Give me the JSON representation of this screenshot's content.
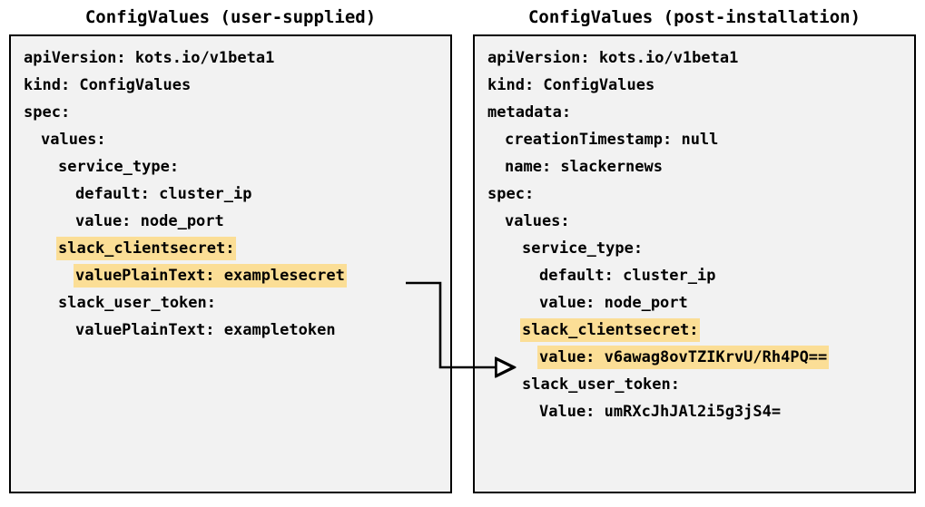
{
  "panels": {
    "left": {
      "title": "ConfigValues (user-supplied)",
      "lines": [
        {
          "text": "apiVersion: kots.io/v1beta1",
          "indent": 0,
          "highlight": false
        },
        {
          "text": "kind: ConfigValues",
          "indent": 0,
          "highlight": false
        },
        {
          "text": "spec:",
          "indent": 0,
          "highlight": false
        },
        {
          "text": "values:",
          "indent": 1,
          "highlight": false
        },
        {
          "text": "service_type:",
          "indent": 2,
          "highlight": false
        },
        {
          "text": "default: cluster_ip",
          "indent": 3,
          "highlight": false
        },
        {
          "text": "value: node_port",
          "indent": 3,
          "highlight": false
        },
        {
          "text": "slack_clientsecret:",
          "indent": 2,
          "highlight": true
        },
        {
          "text": "valuePlainText: examplesecret",
          "indent": 3,
          "highlight": true
        },
        {
          "text": "slack_user_token:",
          "indent": 2,
          "highlight": false
        },
        {
          "text": "valuePlainText: exampletoken",
          "indent": 3,
          "highlight": false
        }
      ]
    },
    "right": {
      "title": "ConfigValues (post-installation)",
      "lines": [
        {
          "text": "apiVersion: kots.io/v1beta1",
          "indent": 0,
          "highlight": false
        },
        {
          "text": "kind: ConfigValues",
          "indent": 0,
          "highlight": false
        },
        {
          "text": "metadata:",
          "indent": 0,
          "highlight": false
        },
        {
          "text": "creationTimestamp: null",
          "indent": 1,
          "highlight": false
        },
        {
          "text": "name: slackernews",
          "indent": 1,
          "highlight": false
        },
        {
          "text": "spec:",
          "indent": 0,
          "highlight": false
        },
        {
          "text": "values:",
          "indent": 1,
          "highlight": false
        },
        {
          "text": "service_type:",
          "indent": 2,
          "highlight": false
        },
        {
          "text": "default: cluster_ip",
          "indent": 3,
          "highlight": false
        },
        {
          "text": "value: node_port",
          "indent": 3,
          "highlight": false
        },
        {
          "text": "slack_clientsecret:",
          "indent": 2,
          "highlight": true
        },
        {
          "text": "value: v6awag8ovTZIKrvU/Rh4PQ==",
          "indent": 3,
          "highlight": true
        },
        {
          "text": "slack_user_token:",
          "indent": 2,
          "highlight": false
        },
        {
          "text": "Value: umRXcJhJAl2i5g3jS4=",
          "indent": 3,
          "highlight": false
        }
      ]
    }
  },
  "connector": {
    "name": "secret-encryption-arrow",
    "from_label": "valuePlainText: examplesecret",
    "to_label": "value: v6awag8ovTZIKrvU/Rh4PQ==",
    "color": "#000000"
  },
  "colors": {
    "highlight": "#fbde96",
    "panel_background": "#f2f2f2",
    "panel_border": "#000000",
    "text": "#000000",
    "page_background": "#ffffff"
  }
}
